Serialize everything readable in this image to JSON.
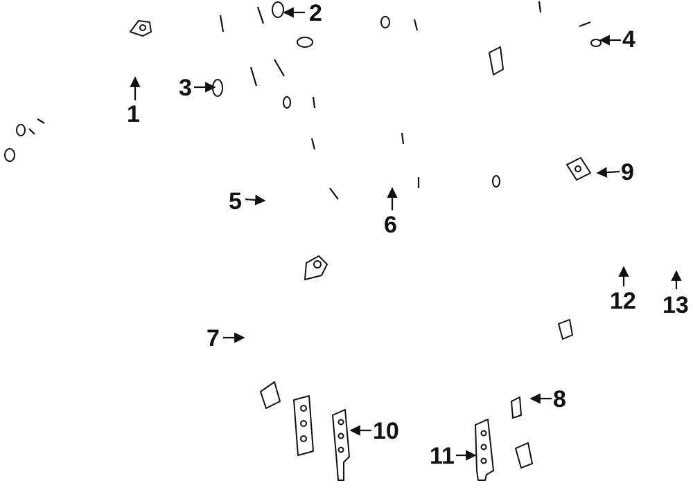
{
  "diagram": {
    "parts": [
      {
        "id": "1",
        "label": "1"
      },
      {
        "id": "2",
        "label": "2"
      },
      {
        "id": "3",
        "label": "3"
      },
      {
        "id": "4",
        "label": "4"
      },
      {
        "id": "5",
        "label": "5"
      },
      {
        "id": "6",
        "label": "6"
      },
      {
        "id": "7",
        "label": "7"
      },
      {
        "id": "8",
        "label": "8"
      },
      {
        "id": "9",
        "label": "9"
      },
      {
        "id": "10",
        "label": "10"
      },
      {
        "id": "11",
        "label": "11"
      },
      {
        "id": "12",
        "label": "12"
      },
      {
        "id": "13",
        "label": "13"
      }
    ],
    "colors": {
      "line": "#111111",
      "background": "#ffffff"
    }
  }
}
